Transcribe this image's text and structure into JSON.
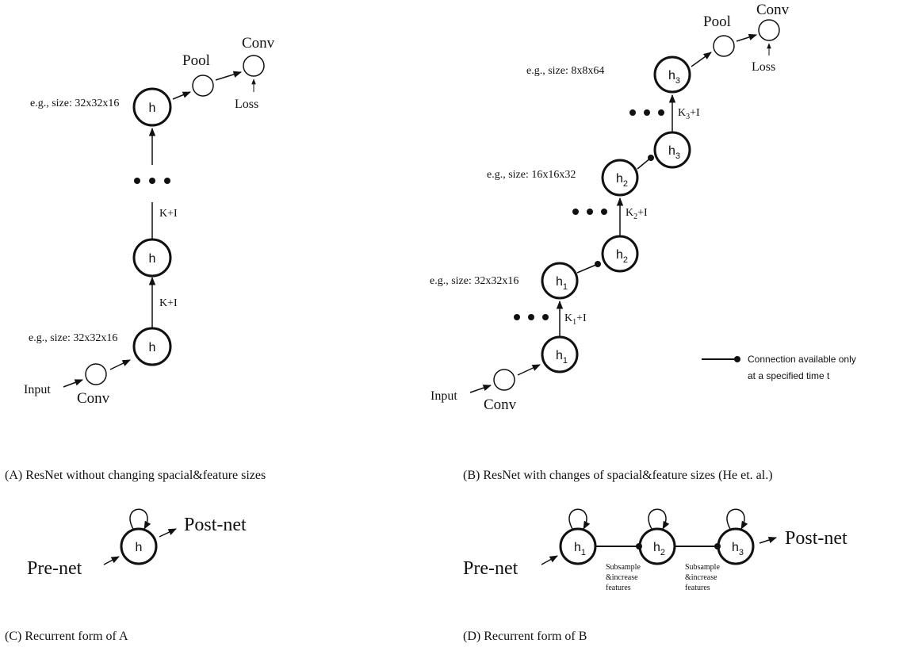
{
  "panel_a": {
    "size_top": "e.g., size: 32x32x16",
    "size_bottom": "e.g., size: 32x32x16",
    "node_label": "h",
    "pool": "Pool",
    "conv_top": "Conv",
    "loss": "Loss",
    "edge_label_1": "K+I",
    "edge_label_2": "K+I",
    "input": "Input",
    "conv_bottom": "Conv",
    "caption": "(A) ResNet without changing spacial&feature sizes"
  },
  "panel_b": {
    "size_top": "e.g., size: 8x8x64",
    "size_mid": "e.g., size: 16x16x32",
    "size_bottom": "e.g., size: 32x32x16",
    "node_base": "h",
    "sub_1": "1",
    "sub_2": "2",
    "sub_3": "3",
    "pool": "Pool",
    "conv_top": "Conv",
    "loss": "Loss",
    "k_letter": "K",
    "plus_i": "+I",
    "input": "Input",
    "conv_bottom": "Conv",
    "legend_line_1": "Connection available only",
    "legend_line_2": "at a specified time t",
    "caption": "(B) ResNet with changes of spacial&feature sizes (He et. al.)"
  },
  "panel_c": {
    "node_label": "h",
    "pre_net": "Pre-net",
    "post_net": "Post-net",
    "caption": "(C) Recurrent form of A"
  },
  "panel_d": {
    "node_base": "h",
    "sub_1": "1",
    "sub_2": "2",
    "sub_3": "3",
    "pre_net": "Pre-net",
    "post_net": "Post-net",
    "subsample_1": [
      "Subsample",
      "&increase",
      "features"
    ],
    "subsample_2": [
      "Subsample",
      "&increase",
      "features"
    ],
    "caption": "(D) Recurrent form of B"
  }
}
